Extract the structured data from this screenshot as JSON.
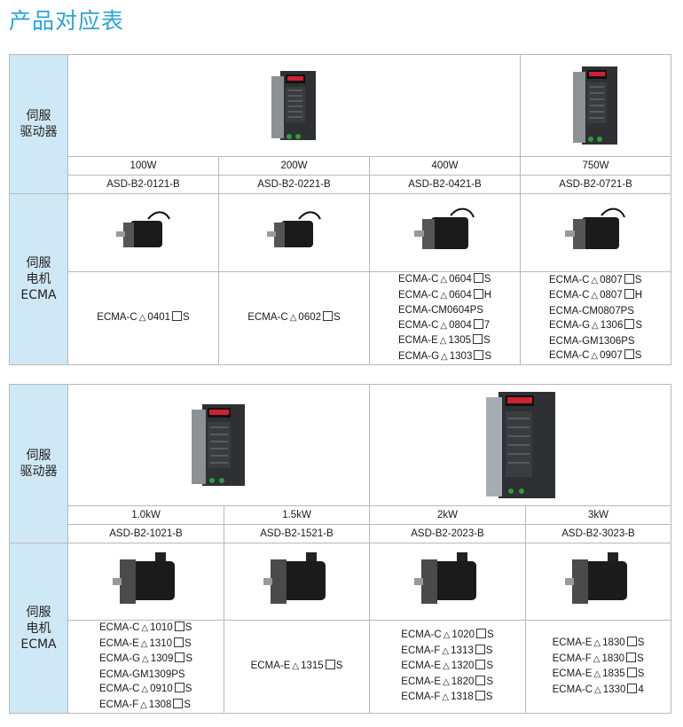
{
  "title": "产品对应表",
  "labels": {
    "drive": [
      "伺服",
      "驱动器"
    ],
    "motor": [
      "伺服",
      "电机",
      "ECMA"
    ]
  },
  "section1": {
    "powers": [
      "100W",
      "200W",
      "400W",
      "750W"
    ],
    "drives": [
      "ASD-B2-0121-B",
      "ASD-B2-0221-B",
      "ASD-B2-0421-B",
      "ASD-B2-0721-B"
    ],
    "motors": [
      [
        "ECMA-C△0401□S"
      ],
      [
        "ECMA-C△0602□S"
      ],
      [
        "ECMA-C△0604□S",
        "ECMA-C△0604□H",
        "ECMA-CM0604PS",
        "ECMA-C△0804□7",
        "ECMA-E△1305□S",
        "ECMA-G△1303□S"
      ],
      [
        "ECMA-C△0807□S",
        "ECMA-C△0807□H",
        "ECMA-CM0807PS",
        "ECMA-G△1306□S",
        "ECMA-GM1306PS",
        "ECMA-C△0907□S"
      ]
    ]
  },
  "section2": {
    "powers": [
      "1.0kW",
      "1.5kW",
      "2kW",
      "3kW"
    ],
    "drives": [
      "ASD-B2-1021-B",
      "ASD-B2-1521-B",
      "ASD-B2-2023-B",
      "ASD-B2-3023-B"
    ],
    "motors": [
      [
        "ECMA-C△1010□S",
        "ECMA-E△1310□S",
        "ECMA-G△1309□S",
        "ECMA-GM1309PS",
        "ECMA-C△0910□S",
        "ECMA-F△1308□S"
      ],
      [
        "ECMA-E△1315□S"
      ],
      [
        "ECMA-C△1020□S",
        "ECMA-F△1313□S",
        "ECMA-E△1320□S",
        "ECMA-E△1820□S",
        "ECMA-F△1318□S"
      ],
      [
        "ECMA-E△1830□S",
        "ECMA-F△1830□S",
        "ECMA-E△1835□S",
        "ECMA-C△1330□4"
      ]
    ]
  }
}
